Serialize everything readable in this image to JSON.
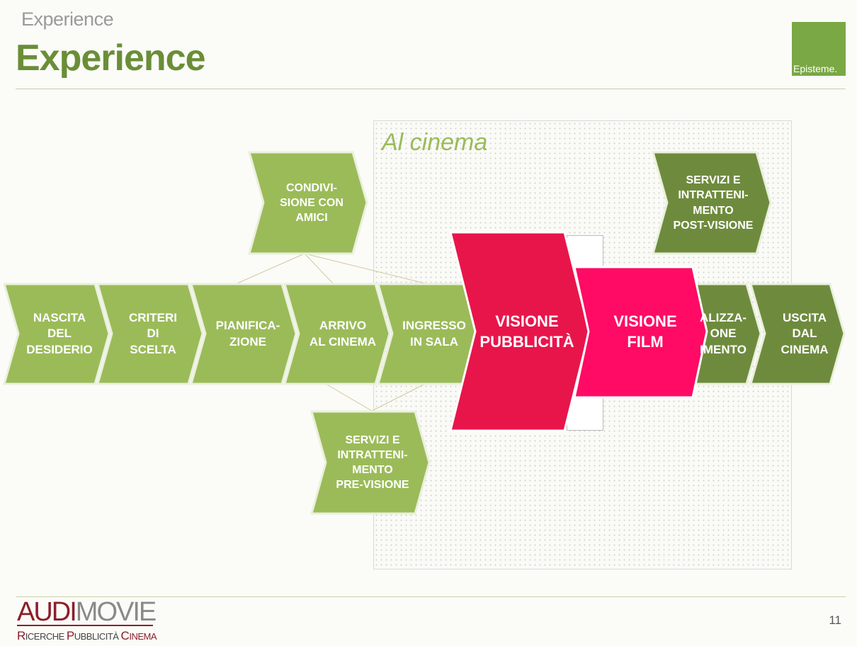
{
  "header": {
    "small_title": "Experience",
    "title": "Experience",
    "logo_text": "Episteme."
  },
  "in_cinema": {
    "label": "Al cinema"
  },
  "colors": {
    "light_green": "#9bbb59",
    "dark_green": "#6e8b3d",
    "pink_ad": "#e8154b",
    "pink_film": "#ff0a64",
    "accent_title": "#6a8e37"
  },
  "steps": [
    {
      "id": "nascita",
      "lines": [
        "NASCITA",
        "DEL",
        "DESIDERIO"
      ]
    },
    {
      "id": "criteri",
      "lines": [
        "CRITERI",
        "DI",
        "SCELTA"
      ]
    },
    {
      "id": "pianificazione",
      "lines": [
        "PIANIFICA-",
        "ZIONE"
      ]
    },
    {
      "id": "arrivo",
      "lines": [
        "ARRIVO",
        "AL CINEMA"
      ]
    },
    {
      "id": "ingresso",
      "lines": [
        "INGRESSO",
        "IN SALA"
      ]
    },
    {
      "id": "visione-pubblicita",
      "lines": [
        "VISIONE",
        "PUBBLICITÀ"
      ]
    },
    {
      "id": "visione-film",
      "lines": [
        "VISIONE",
        "FILM"
      ]
    },
    {
      "id": "finalizzazione",
      "lines": [
        "ALIZZA-",
        "ONE",
        "IMENTO"
      ]
    },
    {
      "id": "uscita",
      "lines": [
        "USCITA",
        "DAL",
        "CINEMA"
      ]
    }
  ],
  "side_steps": {
    "condivisione": [
      "CONDIVI-",
      "SIONE CON",
      "AMICI"
    ],
    "pre_visione": [
      "SERVIZI E",
      "INTRATTENI-",
      "MENTO",
      "PRE-VISIONE"
    ],
    "post_visione": [
      "SERVIZI E",
      "INTRATTENI-",
      "MENTO",
      "POST-VISIONE"
    ]
  },
  "footer": {
    "audi": "AUDI",
    "movie": "MOVIE",
    "sub_r1": "R",
    "sub_1": "ICERCHE ",
    "sub_p": "P",
    "sub_2": "UBBLICITÀ ",
    "sub_c": "C",
    "sub_3": "INEMA",
    "page_number": "11"
  }
}
